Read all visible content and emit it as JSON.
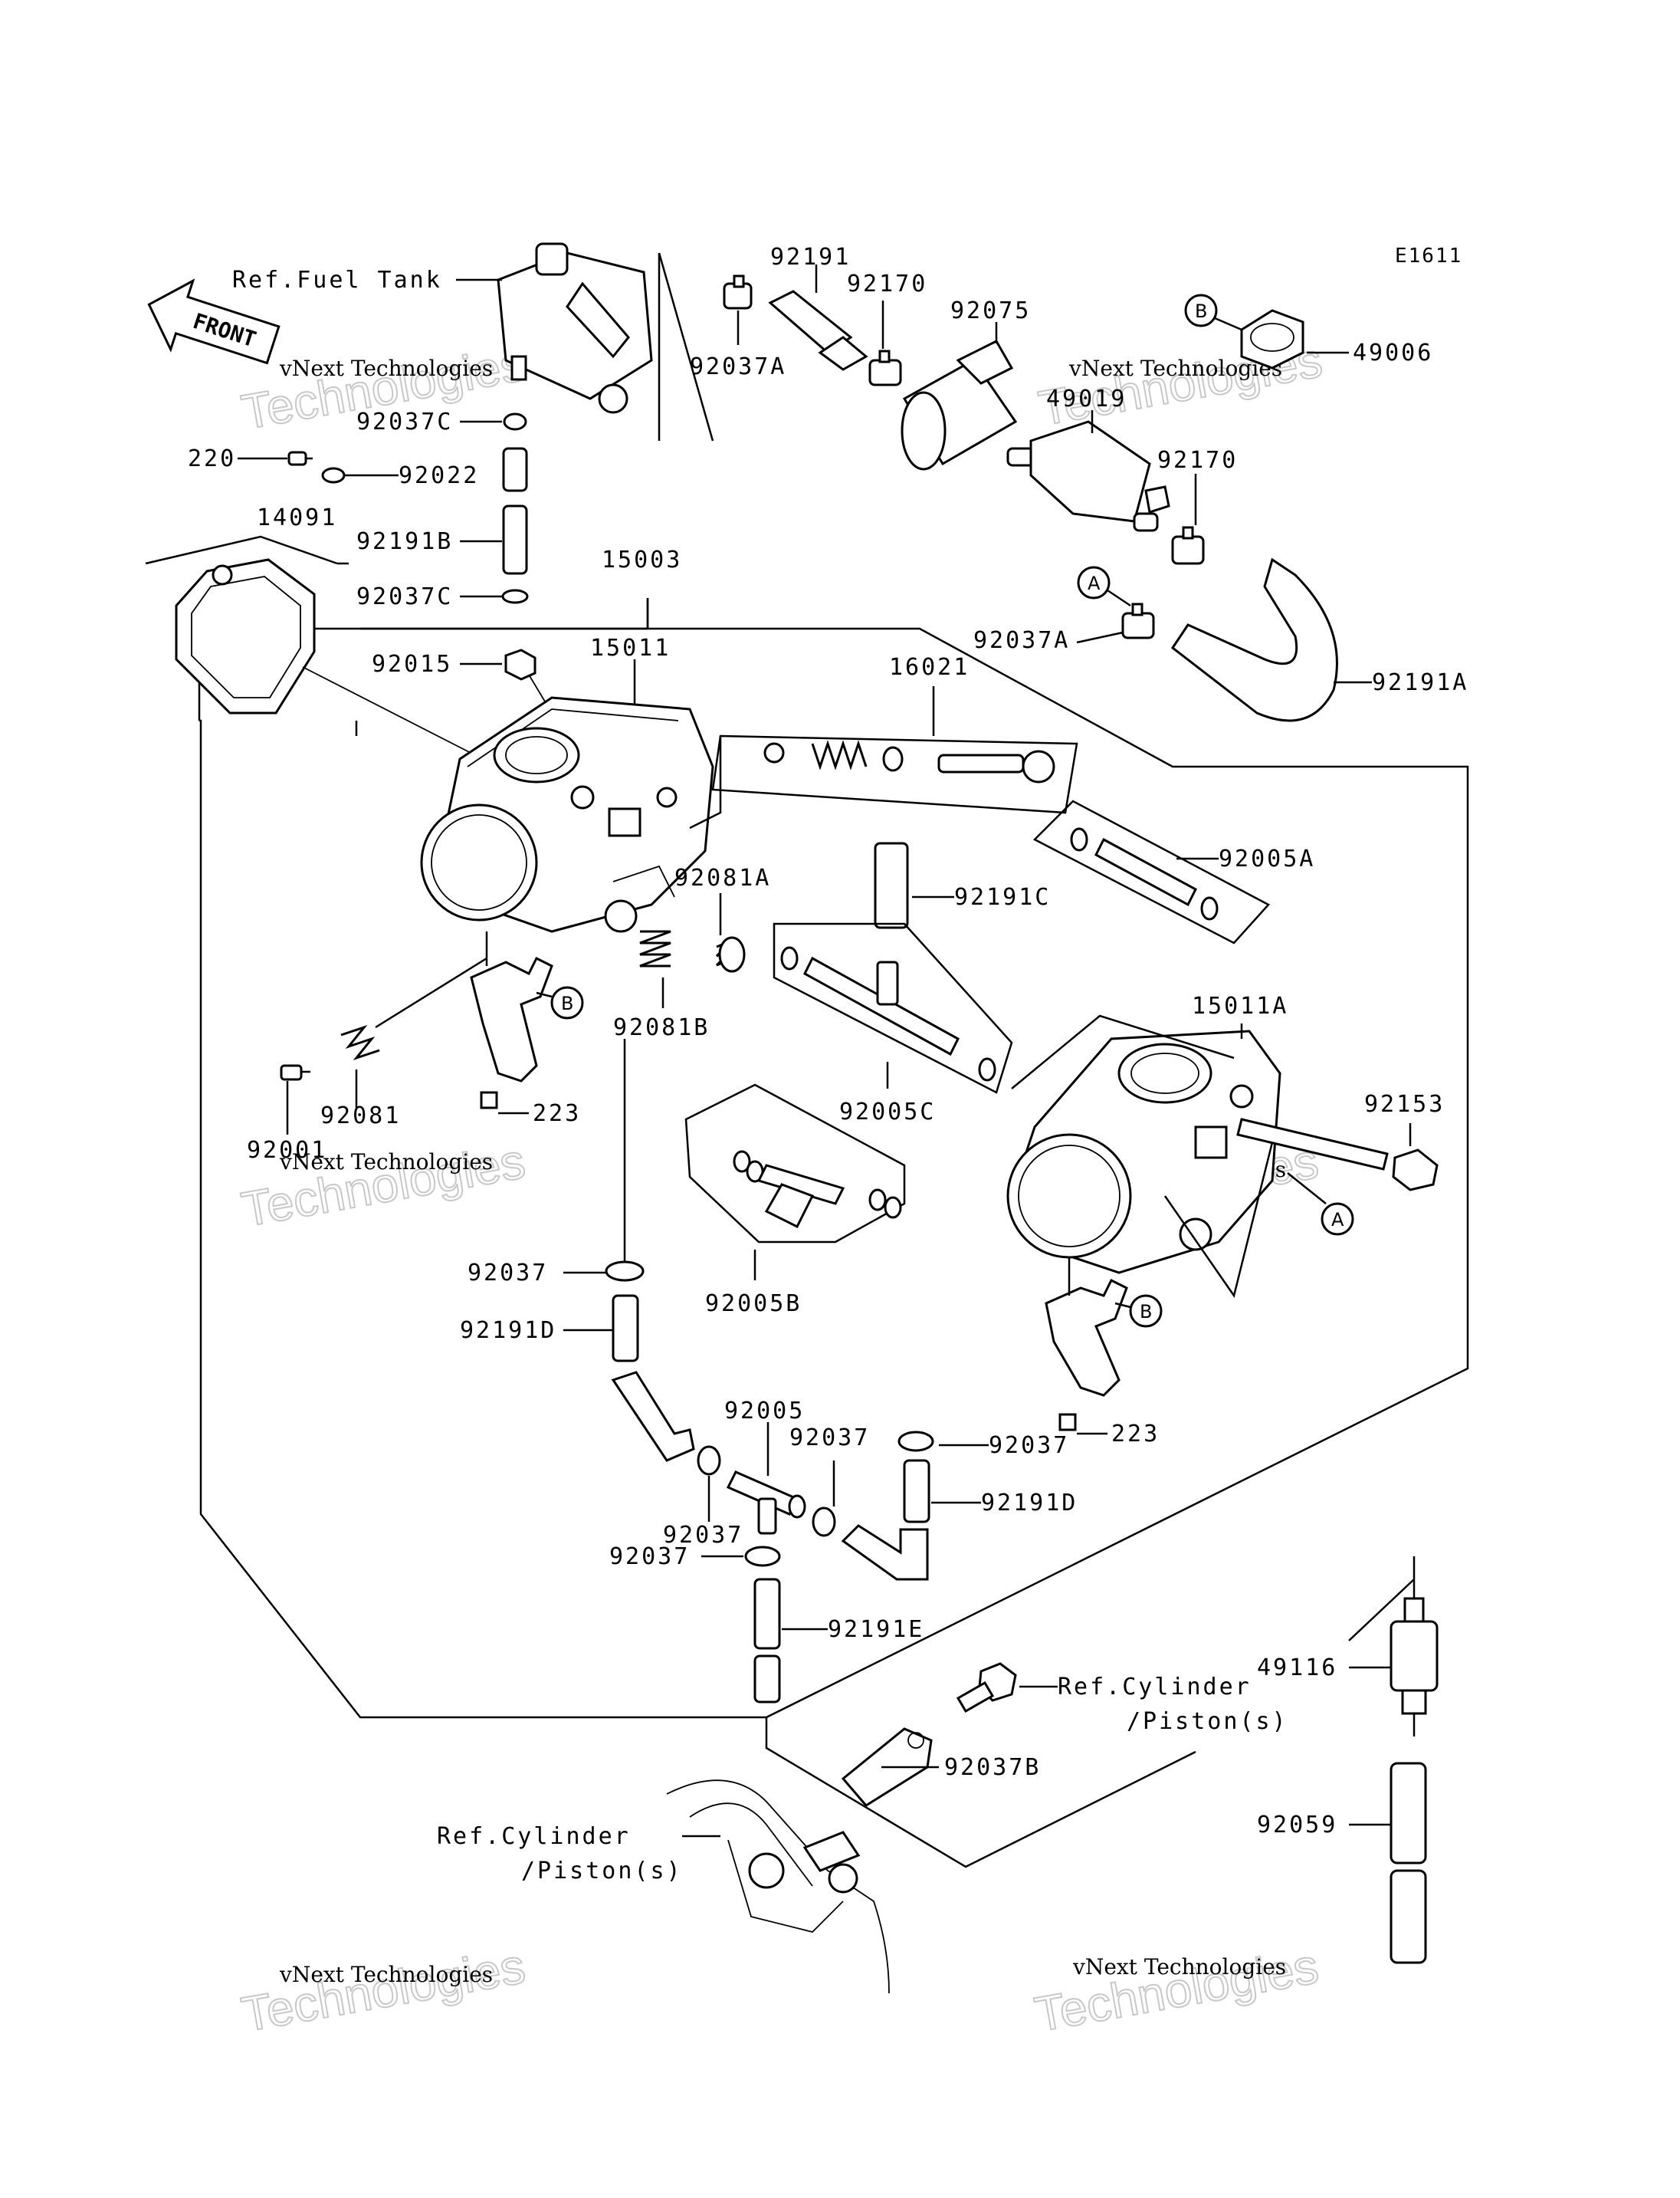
{
  "code": "E1611",
  "front_label": "FRONT",
  "watermark_line1": "vNext Technologies",
  "watermark_line2": "Technologies",
  "labels": {
    "ref_fuel_tank": "Ref.Fuel Tank",
    "ref_cyl_1": "Ref.Cylinder",
    "ref_cyl_1b": "/Piston(s)",
    "ref_cyl_2": "Ref.Cylinder",
    "ref_cyl_2b": "/Piston(s)",
    "p92191": "92191",
    "p92170a": "92170",
    "p92075": "92075",
    "p92037A_top": "92037A",
    "p49006": "49006",
    "p49019": "49019",
    "p92170b": "92170",
    "p92037C_top": "92037C",
    "p220": "220",
    "p92022": "92022",
    "p14091": "14091",
    "p92191B": "92191B",
    "p92037C_bot": "92037C",
    "p15003": "15003",
    "p92037A_mid": "92037A",
    "p92015": "92015",
    "p15011": "15011",
    "p16021": "16021",
    "p92191A": "92191A",
    "p92005A": "92005A",
    "p92081A": "92081A",
    "p92191C": "92191C",
    "p15011A": "15011A",
    "p92081B": "92081B",
    "p223a": "223",
    "p92081": "92081",
    "p92001": "92001",
    "p92005C": "92005C",
    "p92153": "92153",
    "p92037_1": "92037",
    "p92005B": "92005B",
    "p223b": "223",
    "p92191D_1": "92191D",
    "p92005": "92005",
    "p92037_2": "92037",
    "p92037_3": "92037",
    "p92191D_2": "92191D",
    "p92037_4": "92037",
    "p92037_5": "92037",
    "p92191E": "92191E",
    "p49116": "49116",
    "p92037B": "92037B",
    "p92059": "92059"
  },
  "markers": {
    "b1": "B",
    "a1": "A",
    "b2": "B",
    "a2": "A",
    "b3": "B"
  }
}
